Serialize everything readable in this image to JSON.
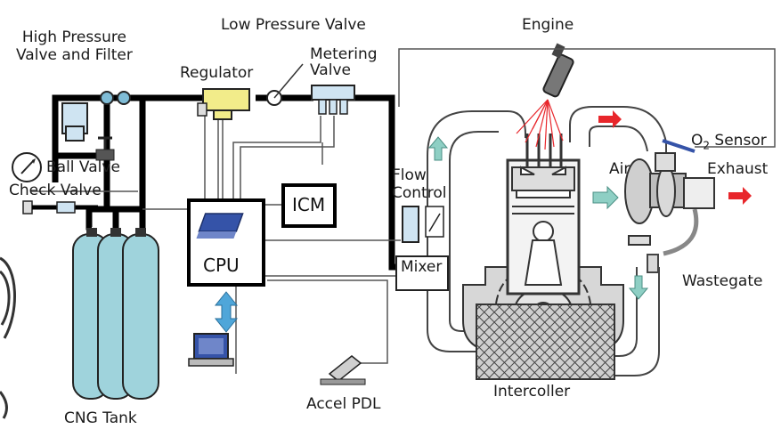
{
  "labels": {
    "high_pressure_1": "High Pressure",
    "high_pressure_2": "Valve and Filter",
    "low_pressure": "Low Pressure Valve",
    "engine": "Engine",
    "regulator": "Regulator",
    "metering_1": "Metering",
    "metering_2": "Valve",
    "o2_prefix": "O",
    "o2_sub": "2",
    "o2_suffix": " Sensor",
    "ball_valve": "Ball Valve",
    "check_valve": "Check Valve",
    "flow_1": "Flow",
    "flow_2": "Control",
    "air": "Air",
    "exhaust": "Exhaust",
    "icm": "ICM",
    "cpu": "CPU",
    "mixer": "Mixer",
    "wastegate": "Wastegate",
    "cng_tank": "CNG Tank",
    "accel_pdl": "Accel PDL",
    "intercooler": "Intercoller"
  },
  "colors": {
    "pipe": "#000000",
    "tank": "#9fd3dc",
    "regulator": "#f2ec8a",
    "hot_arrow": "#e8262b",
    "air_arrow": "#8ecfc4",
    "cpu_chip": "#3553a8",
    "updown_arrow": "#4fa6d9"
  }
}
